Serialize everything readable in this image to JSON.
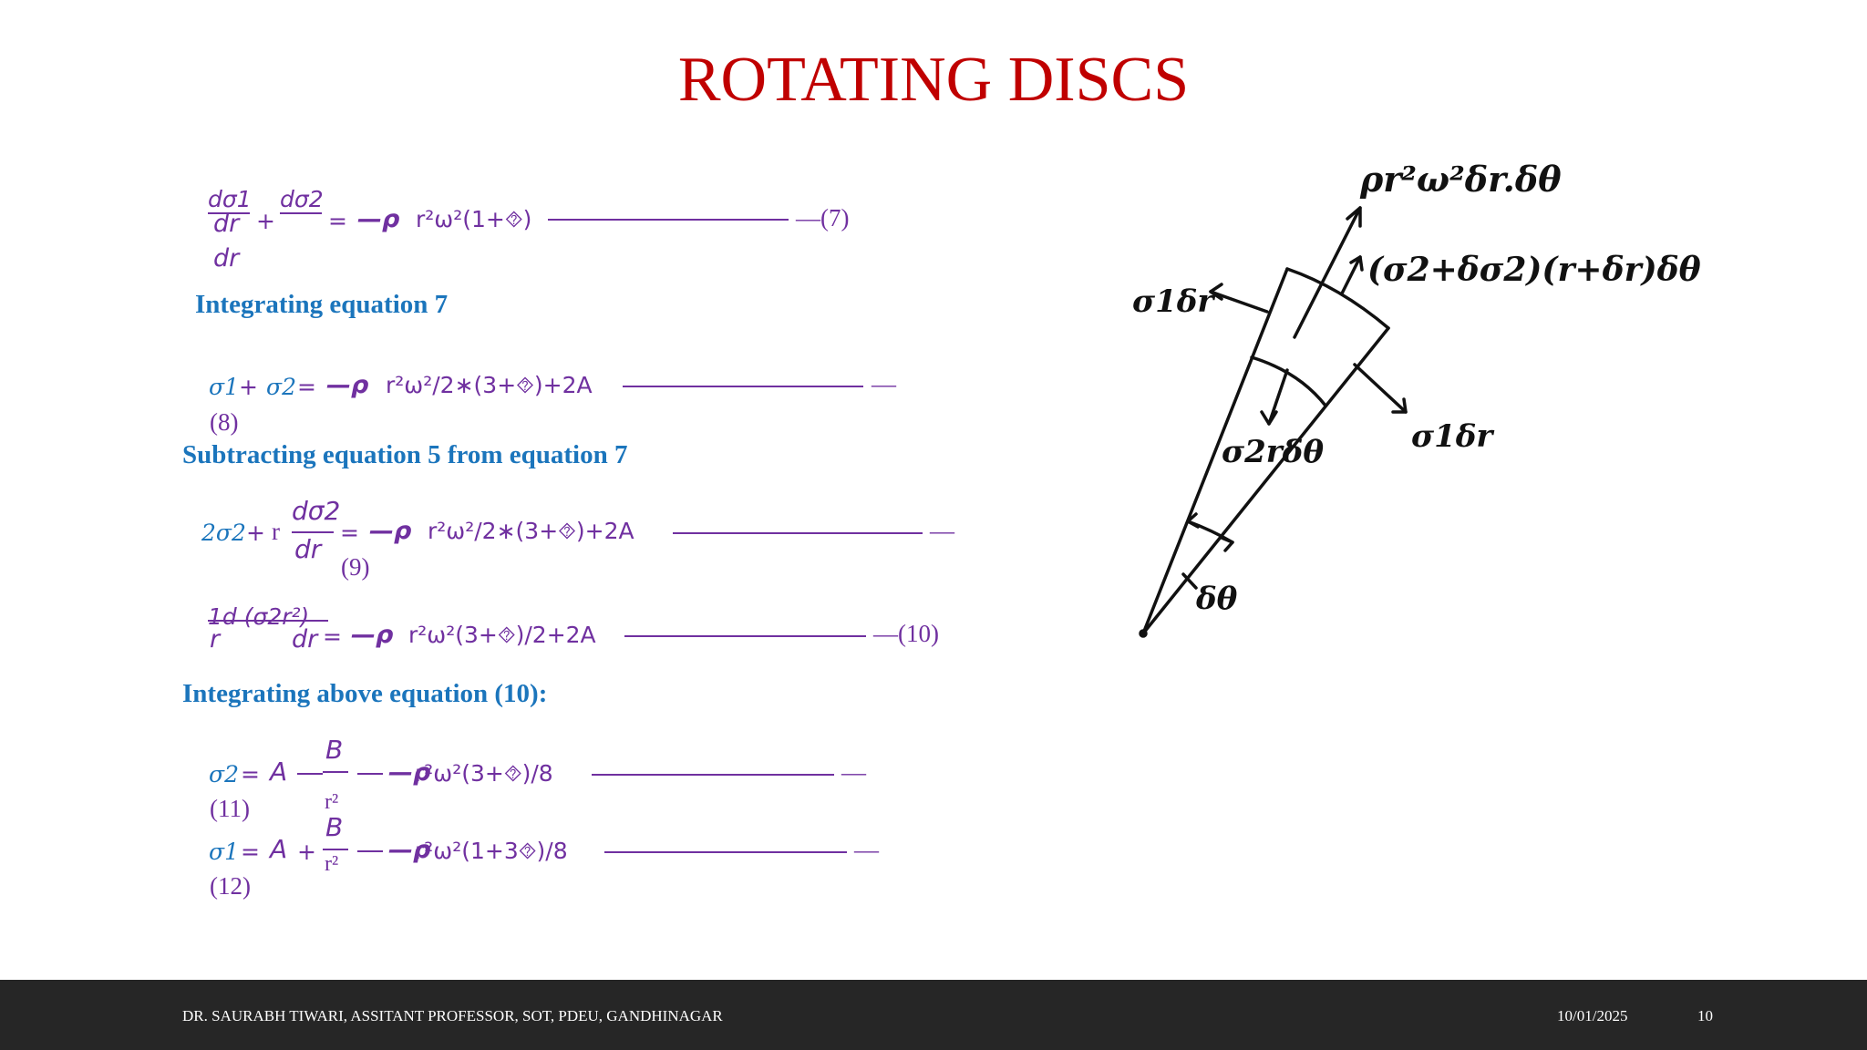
{
  "slide": {
    "title": "ROTATING DISCS",
    "headings": {
      "h1": "Integrating  equation 7",
      "h2": "Subtracting equation 5 from  equation 7",
      "h3": "Integrating above equation (10):"
    },
    "eq7": {
      "num1": "dσ1",
      "num2": "dσ2",
      "den": "dr",
      "den2": "dr",
      "rhs": "r²ω²(1+⯑)",
      "label": "—(7)"
    },
    "eq8": {
      "lhs1": "σ1",
      "lhs2": "σ2",
      "rhs": "r²ω²/2∗(3+⯑)+2A",
      "dash": "—",
      "label": "(8)"
    },
    "eq9": {
      "lhs": "2σ2",
      "r": "r",
      "num": "dσ2",
      "den": "dr",
      "rhs": "r²ω²/2∗(3+⯑)+2A",
      "dash": "—",
      "label": "(9)"
    },
    "eq10": {
      "num": "1d (σ2r²)",
      "den1": "r",
      "den2": "dr",
      "rhs": "r²ω²(3+⯑)/2+2A",
      "label": "—(10)"
    },
    "eq11": {
      "lhs": "σ2",
      "A": "A",
      "B": "B",
      "den": "r²",
      "rhs": "r²ω²(3+⯑)/8",
      "dash": "—",
      "label": "(11)"
    },
    "eq12": {
      "lhs": "σ1",
      "A": "A",
      "B": "B",
      "den": "r²",
      "rhs": "r²ω²(1+3⯑)/8",
      "dash": "—",
      "label": "(12)"
    },
    "symbols": {
      "plus": "+",
      "eq": "=",
      "rho": "—ρ"
    },
    "figure": {
      "top_force": "ρr²ω²δr.δθ",
      "right_force": "(σ2+δσ2)(r+δr)δθ",
      "left_force": "σ1δr",
      "right_lower_force": "σ1δr",
      "inner_force": "σ2rδθ",
      "angle": "δθ"
    }
  },
  "footer": {
    "author": "DR. SAURABH TIWARI, ASSITANT PROFESSOR, SOT, PDEU, GANDHINAGAR",
    "date": "10/01/2025",
    "page": "10"
  }
}
